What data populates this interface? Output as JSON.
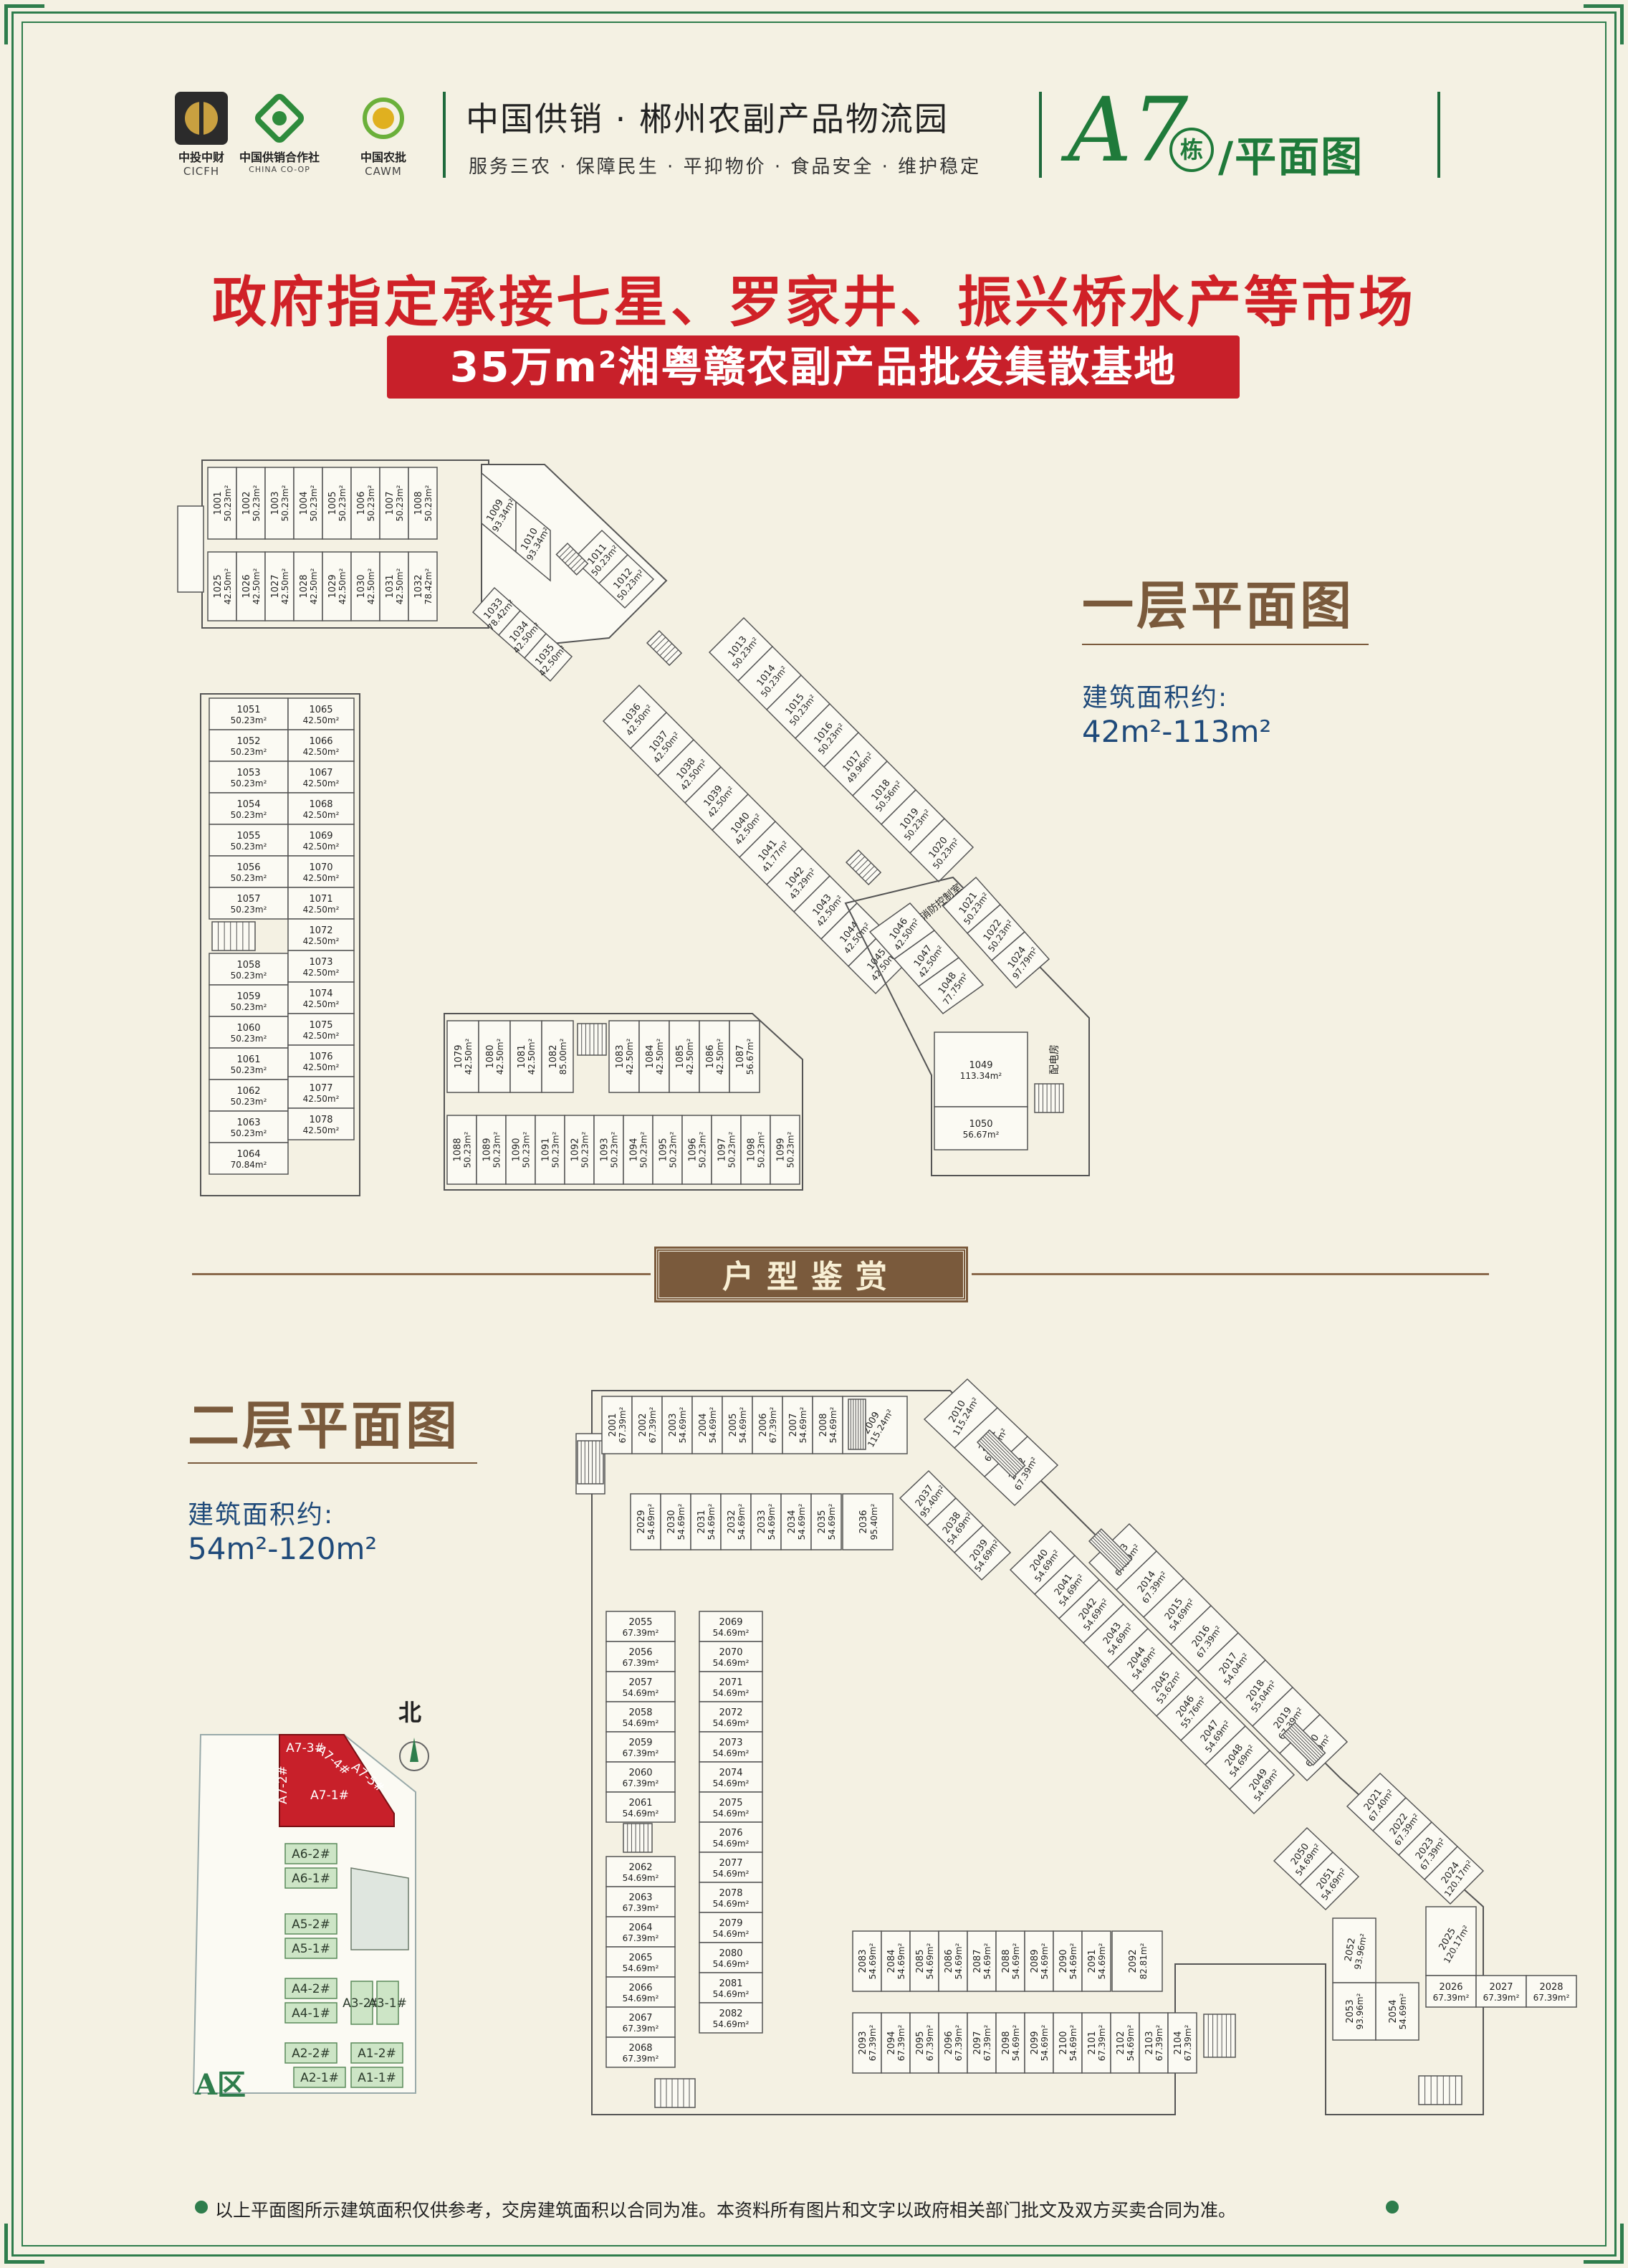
{
  "header": {
    "logos": [
      {
        "icon": "cicfh-logo-icon",
        "line1": "中投中财",
        "line2": "CICFH"
      },
      {
        "icon": "china-coop-logo-icon",
        "line1": "中国供销合作社",
        "line2": "CHINA CO-OP"
      },
      {
        "icon": "cawm-logo-icon",
        "line1": "中国农批",
        "line2": "CAWM"
      }
    ],
    "title": "中国供销 · 郴州农副产品物流园",
    "slogan": "服务三农 · 保障民生 · 平抑物价 · 食品安全 · 维护稳定",
    "building_code": "A7",
    "building_suffix": "栋",
    "plan_label": "/平面图"
  },
  "headline": "政府指定承接七星、罗家井、振兴桥水产等市场",
  "banner": "35万m²湘粤赣农副产品批发集散基地",
  "floor1": {
    "title": "一层平面图",
    "area_label": "建筑面积约:",
    "area_range": "42m²-113m²",
    "facility_fire": "消防控制室",
    "facility_power": "配电房",
    "row_top": [
      {
        "no": "1001",
        "area": "50.23m²"
      },
      {
        "no": "1002",
        "area": "50.23m²"
      },
      {
        "no": "1003",
        "area": "50.23m²"
      },
      {
        "no": "1004",
        "area": "50.23m²"
      },
      {
        "no": "1005",
        "area": "50.23m²"
      },
      {
        "no": "1006",
        "area": "50.23m²"
      },
      {
        "no": "1007",
        "area": "50.23m²"
      },
      {
        "no": "1008",
        "area": "50.23m²"
      }
    ],
    "row_top_back": [
      {
        "no": "1025",
        "area": "42.50m²"
      },
      {
        "no": "1026",
        "area": "42.50m²"
      },
      {
        "no": "1027",
        "area": "42.50m²"
      },
      {
        "no": "1028",
        "area": "42.50m²"
      },
      {
        "no": "1029",
        "area": "42.50m²"
      },
      {
        "no": "1030",
        "area": "42.50m²"
      },
      {
        "no": "1031",
        "area": "42.50m²"
      },
      {
        "no": "1032",
        "area": "78.42m²"
      }
    ],
    "corner_units": [
      {
        "no": "1009",
        "area": "93.34m²"
      },
      {
        "no": "1010",
        "area": "93.34m²"
      },
      {
        "no": "1033",
        "area": "78.42m²"
      },
      {
        "no": "1034",
        "area": "42.50m²"
      },
      {
        "no": "1035",
        "area": "42.50m²"
      },
      {
        "no": "1011",
        "area": "50.23m²"
      },
      {
        "no": "1012",
        "area": "50.23m²"
      }
    ],
    "diag_units": [
      {
        "no": "1013",
        "area": "50.23m²"
      },
      {
        "no": "1014",
        "area": "50.23m²"
      },
      {
        "no": "1015",
        "area": "50.23m²"
      },
      {
        "no": "1016",
        "area": "50.23m²"
      },
      {
        "no": "1017",
        "area": "49.96m²"
      },
      {
        "no": "1018",
        "area": "50.56m²"
      },
      {
        "no": "1019",
        "area": "50.23m²"
      },
      {
        "no": "1020",
        "area": "50.23m²"
      },
      {
        "no": "1036",
        "area": "42.50m²"
      },
      {
        "no": "1037",
        "area": "42.50m²"
      },
      {
        "no": "1038",
        "area": "42.50m²"
      },
      {
        "no": "1039",
        "area": "42.50m²"
      },
      {
        "no": "1040",
        "area": "42.50m²"
      },
      {
        "no": "1041",
        "area": "41.77m²"
      },
      {
        "no": "1042",
        "area": "43.29m²"
      },
      {
        "no": "1043",
        "area": "42.50m²"
      },
      {
        "no": "1044",
        "area": "42.50m²"
      },
      {
        "no": "1045",
        "area": "42.50m²"
      }
    ],
    "right_units": [
      {
        "no": "1021",
        "area": "50.23m²"
      },
      {
        "no": "1022",
        "area": "50.23m²"
      },
      {
        "no": "1024",
        "area": "97.79m²"
      },
      {
        "no": "1046",
        "area": "42.50m²"
      },
      {
        "no": "1047",
        "area": "42.50m²"
      },
      {
        "no": "1048",
        "area": "77.75m²"
      },
      {
        "no": "1049",
        "area": "113.34m²"
      },
      {
        "no": "1050",
        "area": "56.67m²"
      }
    ],
    "left_col_a": [
      {
        "no": "1051",
        "area": "50.23m²"
      },
      {
        "no": "1052",
        "area": "50.23m²"
      },
      {
        "no": "1053",
        "area": "50.23m²"
      },
      {
        "no": "1054",
        "area": "50.23m²"
      },
      {
        "no": "1055",
        "area": "50.23m²"
      },
      {
        "no": "1056",
        "area": "50.23m²"
      },
      {
        "no": "1057",
        "area": "50.23m²"
      },
      {
        "no": "1058",
        "area": "50.23m²"
      },
      {
        "no": "1059",
        "area": "50.23m²"
      },
      {
        "no": "1060",
        "area": "50.23m²"
      },
      {
        "no": "1061",
        "area": "50.23m²"
      },
      {
        "no": "1062",
        "area": "50.23m²"
      },
      {
        "no": "1063",
        "area": "50.23m²"
      },
      {
        "no": "1064",
        "area": "70.84m²"
      }
    ],
    "left_col_b": [
      {
        "no": "1065",
        "area": "42.50m²"
      },
      {
        "no": "1066",
        "area": "42.50m²"
      },
      {
        "no": "1067",
        "area": "42.50m²"
      },
      {
        "no": "1068",
        "area": "42.50m²"
      },
      {
        "no": "1069",
        "area": "42.50m²"
      },
      {
        "no": "1070",
        "area": "42.50m²"
      },
      {
        "no": "1071",
        "area": "42.50m²"
      },
      {
        "no": "1072",
        "area": "42.50m²"
      },
      {
        "no": "1073",
        "area": "42.50m²"
      },
      {
        "no": "1074",
        "area": "42.50m²"
      },
      {
        "no": "1075",
        "area": "42.50m²"
      },
      {
        "no": "1076",
        "area": "42.50m²"
      },
      {
        "no": "1077",
        "area": "42.50m²"
      },
      {
        "no": "1078",
        "area": "42.50m²"
      }
    ],
    "bottom_back": [
      {
        "no": "1079",
        "area": "42.50m²"
      },
      {
        "no": "1080",
        "area": "42.50m²"
      },
      {
        "no": "1081",
        "area": "42.50m²"
      },
      {
        "no": "1082",
        "area": "85.00m²"
      },
      {
        "no": "1083",
        "area": "42.50m²"
      },
      {
        "no": "1084",
        "area": "42.50m²"
      },
      {
        "no": "1085",
        "area": "42.50m²"
      },
      {
        "no": "1086",
        "area": "42.50m²"
      },
      {
        "no": "1087",
        "area": "56.67m²"
      }
    ],
    "bottom_front": [
      {
        "no": "1088",
        "area": "50.23m²"
      },
      {
        "no": "1089",
        "area": "50.23m²"
      },
      {
        "no": "1090",
        "area": "50.23m²"
      },
      {
        "no": "1091",
        "area": "50.23m²"
      },
      {
        "no": "1092",
        "area": "50.23m²"
      },
      {
        "no": "1093",
        "area": "50.23m²"
      },
      {
        "no": "1094",
        "area": "50.23m²"
      },
      {
        "no": "1095",
        "area": "50.23m²"
      },
      {
        "no": "1096",
        "area": "50.23m²"
      },
      {
        "no": "1097",
        "area": "50.23m²"
      },
      {
        "no": "1098",
        "area": "50.23m²"
      },
      {
        "no": "1099",
        "area": "50.23m²"
      }
    ]
  },
  "section_title": "户型鉴赏",
  "floor2": {
    "title": "二层平面图",
    "area_label": "建筑面积约:",
    "area_range": "54m²-120m²",
    "top_row": [
      {
        "no": "2001",
        "area": "67.39m²"
      },
      {
        "no": "2002",
        "area": "67.39m²"
      },
      {
        "no": "2003",
        "area": "54.69m²"
      },
      {
        "no": "2004",
        "area": "54.69m²"
      },
      {
        "no": "2005",
        "area": "54.69m²"
      },
      {
        "no": "2006",
        "area": "67.39m²"
      },
      {
        "no": "2007",
        "area": "54.69m²"
      },
      {
        "no": "2008",
        "area": "54.69m²"
      },
      {
        "no": "2009",
        "area": "115.24m²"
      },
      {
        "no": "2010",
        "area": "115.24m²"
      },
      {
        "no": "2011",
        "area": "67.39m²"
      },
      {
        "no": "2012",
        "area": "67.39m²"
      }
    ],
    "top_back": [
      {
        "no": "2029",
        "area": "54.69m²"
      },
      {
        "no": "2030",
        "area": "54.69m²"
      },
      {
        "no": "2031",
        "area": "54.69m²"
      },
      {
        "no": "2032",
        "area": "54.69m²"
      },
      {
        "no": "2033",
        "area": "54.69m²"
      },
      {
        "no": "2034",
        "area": "54.69m²"
      },
      {
        "no": "2035",
        "area": "54.69m²"
      },
      {
        "no": "2036",
        "area": "95.40m²"
      },
      {
        "no": "2037",
        "area": "95.40m²"
      },
      {
        "no": "2038",
        "area": "54.69m²"
      },
      {
        "no": "2039",
        "area": "54.69m²"
      }
    ],
    "diag_outer": [
      {
        "no": "2013",
        "area": "67.39m²"
      },
      {
        "no": "2014",
        "area": "67.39m²"
      },
      {
        "no": "2015",
        "area": "54.69m²"
      },
      {
        "no": "2016",
        "area": "67.39m²"
      },
      {
        "no": "2017",
        "area": "54.04m²"
      },
      {
        "no": "2018",
        "area": "55.04m²"
      },
      {
        "no": "2019",
        "area": "67.39m²"
      },
      {
        "no": "2020",
        "area": "67.39m²"
      }
    ],
    "diag_inner": [
      {
        "no": "2040",
        "area": "54.69m²"
      },
      {
        "no": "2041",
        "area": "54.69m²"
      },
      {
        "no": "2042",
        "area": "54.69m²"
      },
      {
        "no": "2043",
        "area": "54.69m²"
      },
      {
        "no": "2044",
        "area": "54.69m²"
      },
      {
        "no": "2045",
        "area": "53.62m²"
      },
      {
        "no": "2046",
        "area": "55.76m²"
      },
      {
        "no": "2047",
        "area": "54.69m²"
      },
      {
        "no": "2048",
        "area": "54.69m²"
      },
      {
        "no": "2049",
        "area": "54.69m²"
      }
    ],
    "right_units": [
      {
        "no": "2021",
        "area": "67.40m²"
      },
      {
        "no": "2022",
        "area": "67.39m²"
      },
      {
        "no": "2023",
        "area": "67.39m²"
      },
      {
        "no": "2024",
        "area": "120.17m²"
      },
      {
        "no": "2025",
        "area": "120.17m²"
      },
      {
        "no": "2026",
        "area": "67.39m²"
      },
      {
        "no": "2027",
        "area": "67.39m²"
      },
      {
        "no": "2028",
        "area": "67.39m²"
      },
      {
        "no": "2050",
        "area": "54.69m²"
      },
      {
        "no": "2051",
        "area": "54.69m²"
      },
      {
        "no": "2052",
        "area": "93.96m²"
      },
      {
        "no": "2053",
        "area": "93.96m²"
      },
      {
        "no": "2054",
        "area": "54.69m²"
      }
    ],
    "left_col_a": [
      {
        "no": "2055",
        "area": "67.39m²"
      },
      {
        "no": "2056",
        "area": "67.39m²"
      },
      {
        "no": "2057",
        "area": "54.69m²"
      },
      {
        "no": "2058",
        "area": "54.69m²"
      },
      {
        "no": "2059",
        "area": "67.39m²"
      },
      {
        "no": "2060",
        "area": "67.39m²"
      },
      {
        "no": "2061",
        "area": "54.69m²"
      },
      {
        "no": "2062",
        "area": "54.69m²"
      },
      {
        "no": "2063",
        "area": "67.39m²"
      },
      {
        "no": "2064",
        "area": "67.39m²"
      },
      {
        "no": "2065",
        "area": "54.69m²"
      },
      {
        "no": "2066",
        "area": "54.69m²"
      },
      {
        "no": "2067",
        "area": "67.39m²"
      },
      {
        "no": "2068",
        "area": "67.39m²"
      }
    ],
    "left_col_b": [
      {
        "no": "2069",
        "area": "54.69m²"
      },
      {
        "no": "2070",
        "area": "54.69m²"
      },
      {
        "no": "2071",
        "area": "54.69m²"
      },
      {
        "no": "2072",
        "area": "54.69m²"
      },
      {
        "no": "2073",
        "area": "54.69m²"
      },
      {
        "no": "2074",
        "area": "54.69m²"
      },
      {
        "no": "2075",
        "area": "54.69m²"
      },
      {
        "no": "2076",
        "area": "54.69m²"
      },
      {
        "no": "2077",
        "area": "54.69m²"
      },
      {
        "no": "2078",
        "area": "54.69m²"
      },
      {
        "no": "2079",
        "area": "54.69m²"
      },
      {
        "no": "2080",
        "area": "54.69m²"
      },
      {
        "no": "2081",
        "area": "54.69m²"
      },
      {
        "no": "2082",
        "area": "54.69m²"
      }
    ],
    "bottom_top": [
      {
        "no": "2083",
        "area": "54.69m²"
      },
      {
        "no": "2084",
        "area": "54.69m²"
      },
      {
        "no": "2085",
        "area": "54.69m²"
      },
      {
        "no": "2086",
        "area": "54.69m²"
      },
      {
        "no": "2087",
        "area": "54.69m²"
      },
      {
        "no": "2088",
        "area": "54.69m²"
      },
      {
        "no": "2089",
        "area": "54.69m²"
      },
      {
        "no": "2090",
        "area": "54.69m²"
      },
      {
        "no": "2091",
        "area": "54.69m²"
      },
      {
        "no": "2092",
        "area": "82.81m²"
      }
    ],
    "bottom_bottom": [
      {
        "no": "2093",
        "area": "67.39m²"
      },
      {
        "no": "2094",
        "area": "67.39m²"
      },
      {
        "no": "2095",
        "area": "67.39m²"
      },
      {
        "no": "2096",
        "area": "67.39m²"
      },
      {
        "no": "2097",
        "area": "67.39m²"
      },
      {
        "no": "2098",
        "area": "54.69m²"
      },
      {
        "no": "2099",
        "area": "54.69m²"
      },
      {
        "no": "2100",
        "area": "54.69m²"
      },
      {
        "no": "2101",
        "area": "67.39m²"
      },
      {
        "no": "2102",
        "area": "54.69m²"
      },
      {
        "no": "2103",
        "area": "67.39m²"
      },
      {
        "no": "2104",
        "area": "67.39m²"
      }
    ]
  },
  "site_map": {
    "north_label": "北",
    "zone": "A区",
    "blocks": [
      "A7-3#",
      "A7-2#",
      "A7-4#",
      "A7-5#",
      "A7-1#",
      "A6-2#",
      "A6-1#",
      "A5-2#",
      "A5-1#",
      "A4-2#",
      "A4-1#",
      "A3-2#",
      "A3-1#",
      "A2-2#",
      "A2-1#",
      "A1-2#",
      "A1-1#"
    ],
    "highlight_color": "#c8202a",
    "building_color": "#cde5c6"
  },
  "footer_note": "以上平面图所示建筑面积仅供参考，交房建筑面积以合同为准。本资料所有图片和文字以政府相关部门批文及双方买卖合同为准。",
  "colors": {
    "green": "#2e7d4c",
    "red": "#d02127",
    "brown": "#7a5a3c",
    "blue": "#1f4a7a"
  }
}
